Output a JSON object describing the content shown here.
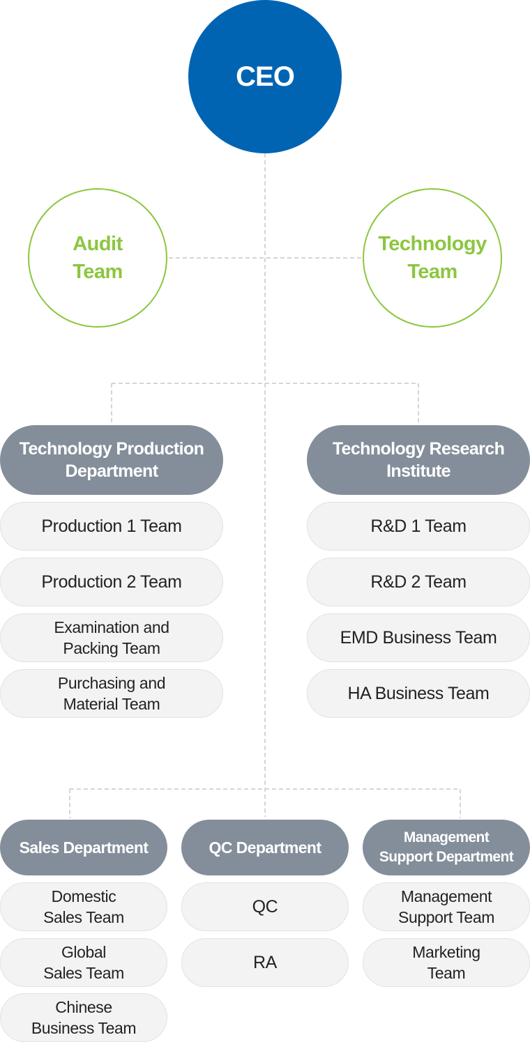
{
  "ceo": {
    "label": "CEO"
  },
  "advisory": {
    "audit": "Audit\nTeam",
    "technology": "Technology\nTeam"
  },
  "departments": {
    "production": {
      "title": "Technology Production\nDepartment",
      "teams": [
        "Production 1 Team",
        "Production 2 Team",
        "Examination and\nPacking Team",
        "Purchasing and\nMaterial Team"
      ]
    },
    "research": {
      "title": "Technology Research\nInstitute",
      "teams": [
        "R&D 1 Team",
        "R&D 2 Team",
        "EMD Business Team",
        "HA Business Team"
      ]
    },
    "sales": {
      "title": "Sales Department",
      "teams": [
        "Domestic\nSales Team",
        "Global\nSales Team",
        "Chinese\nBusiness Team"
      ]
    },
    "qc": {
      "title": "QC Department",
      "teams": [
        "QC",
        "RA"
      ]
    },
    "management": {
      "title": "Management\nSupport Department",
      "teams": [
        "Management\nSupport Team",
        "Marketing\nTeam"
      ]
    }
  },
  "colors": {
    "ceo": "#0064b3",
    "advisory": "#8cc63f",
    "department": "#848e9a",
    "team_bg": "#f3f3f3",
    "connector": "#d5d5d5"
  }
}
